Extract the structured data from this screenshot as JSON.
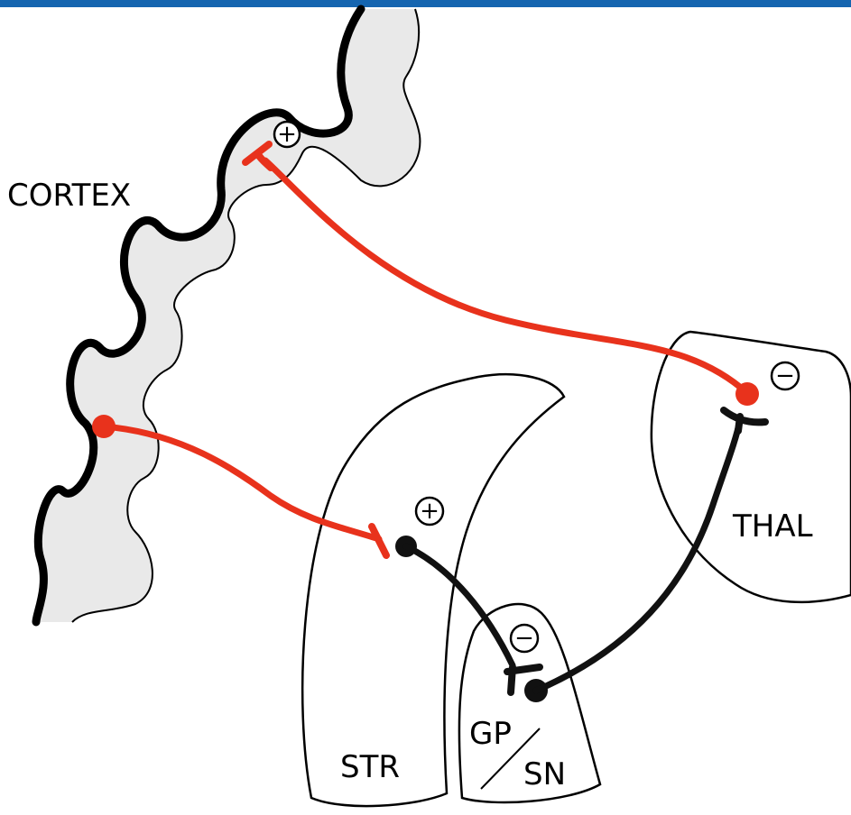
{
  "colors": {
    "header_bar": "#1565b0",
    "excitatory": "#e8321c",
    "inhibitory": "#111111",
    "cortex_fill": "#e9e9e9",
    "outline": "#000000"
  },
  "labels": {
    "cortex": "CORTEX",
    "thalamus": "THAL",
    "striatum": "STR",
    "gp": "GP",
    "sn": "SN"
  },
  "signs": {
    "cortex_synapse": "+",
    "thal_synapse": "−",
    "str_synapse": "+",
    "gp_synapse": "−"
  }
}
